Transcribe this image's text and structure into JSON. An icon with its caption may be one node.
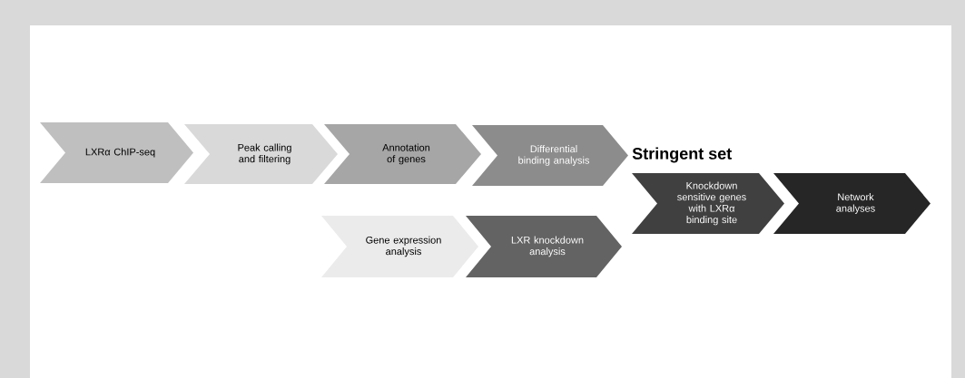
{
  "diagram": {
    "nodes": [
      {
        "text": [
          "LXRα ChIP-seq"
        ]
      },
      {
        "text": [
          "Peak calling and filtering"
        ]
      },
      {
        "text": [
          "Annotation of genes"
        ]
      },
      {
        "text": [
          "Differential binding analysis"
        ]
      },
      {
        "text": [
          "Gene expression analysis"
        ]
      },
      {
        "text": [
          "LXR knockdown analysis"
        ]
      },
      {
        "text": [
          "Knockdown sensitive genes with LXRα binding site"
        ]
      },
      {
        "text": [
          "Network analyses"
        ]
      }
    ],
    "labels": [
      "Stringent set"
    ]
  }
}
